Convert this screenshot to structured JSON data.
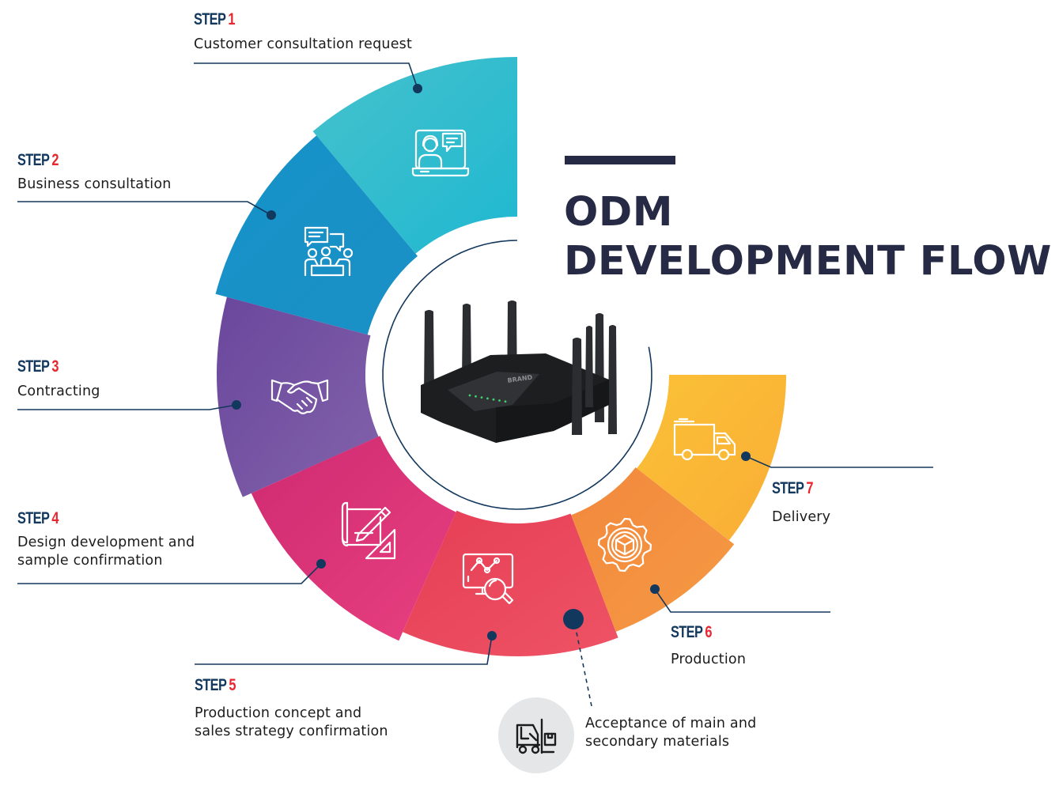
{
  "title": {
    "line1": "ODM",
    "line2": "DEVELOPMENT FLOW",
    "color": "#272a44"
  },
  "step_word": "STEP",
  "colors": {
    "step_word": "#13385e",
    "step_number": "#e8262f",
    "connector": "#13385e"
  },
  "steps": [
    {
      "number": "1",
      "description": [
        "Customer consultation request"
      ],
      "icon": "video-call-support-icon",
      "color_a": "#46c1cc",
      "color_b": "#1fb8d1"
    },
    {
      "number": "2",
      "description": [
        "Business consultation"
      ],
      "icon": "group-discussion-icon",
      "color_a": "#1693c9",
      "color_b": "#1a8fc5"
    },
    {
      "number": "3",
      "description": [
        "Contracting"
      ],
      "icon": "handshake-icon",
      "color_a": "#6a479c",
      "color_b": "#8262ab"
    },
    {
      "number": "4",
      "description": [
        "Design development and",
        "sample confirmation"
      ],
      "icon": "blueprint-pencil-icon",
      "color_a": "#cf2a72",
      "color_b": "#e8407f"
    },
    {
      "number": "5",
      "description": [
        "Production concept and",
        "sales strategy confirmation"
      ],
      "icon": "analytics-magnifier-icon",
      "color_a": "#e53e55",
      "color_b": "#ef5365"
    },
    {
      "number": "6",
      "description": [
        "Production"
      ],
      "icon": "gear-box-icon",
      "color_a": "#f2883c",
      "color_b": "#f59a45"
    },
    {
      "number": "7",
      "description": [
        "Delivery"
      ],
      "icon": "delivery-truck-icon",
      "color_a": "#fbc136",
      "color_b": "#f9ad36"
    }
  ],
  "substep": {
    "description": [
      "Acceptance of main and",
      "secondary materials"
    ],
    "icon": "forklift-icon"
  },
  "center_image": {
    "subject": "router-icon",
    "brand_text": "BRAND"
  }
}
